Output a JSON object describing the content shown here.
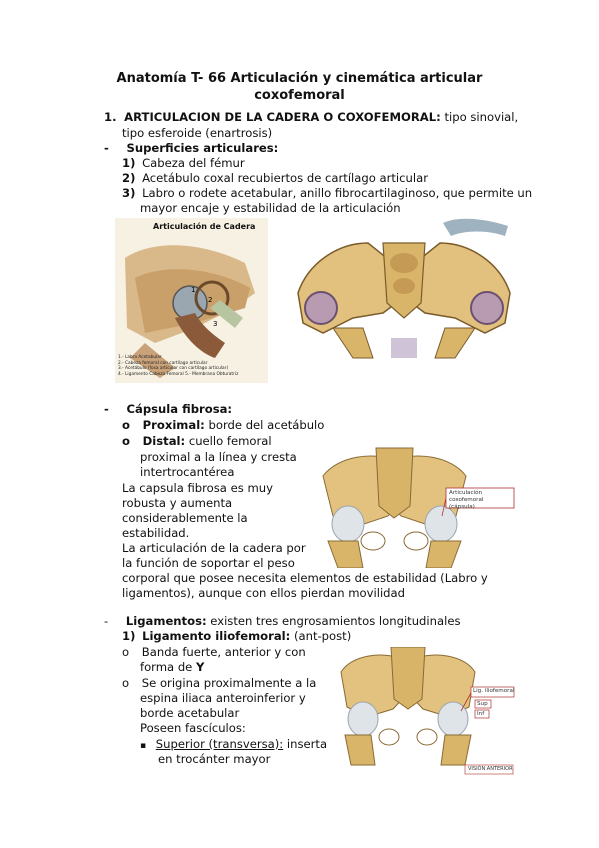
{
  "title": {
    "line1": "Anatomía T- 66 Articulación y cinemática articular",
    "line2": "coxofemoral"
  },
  "section1": {
    "number": "1.",
    "heading": "ARTICULACION DE LA CADERA O COXOFEMORAL:",
    "text_a": " tipo sinovial,",
    "text_b": "tipo esferoide (enartrosis)"
  },
  "superficies": {
    "bullet": "-",
    "heading": "Superficies articulares:",
    "items": [
      {
        "num": "1)",
        "text": "Cabeza del fémur"
      },
      {
        "num": "2)",
        "text": "Acetábulo coxal recubiertos de cartílago articular"
      },
      {
        "num": "3)",
        "text": "Labro o rodete acetabular, anillo fibrocartilaginoso, que permite un",
        "text2": "mayor encaje y estabilidad de la articulación"
      }
    ]
  },
  "figure1": {
    "title": "Articulación de Cadera",
    "legend": [
      "1.- Labro Acetabular",
      "2.- Cabeza femoral con cartílago articular",
      "3.- Acetábulo (fosa articular con cartílago articular)",
      "4.- Ligamento Cabeza Femoral   5.- Membrana Obturatriz"
    ]
  },
  "capsula": {
    "bullet": "-",
    "heading": "Cápsula fibrosa:",
    "sub_bullet": "o",
    "proximal_label": "Proximal:",
    "proximal_text": " borde del acetábulo",
    "distal_label": "Distal:",
    "distal_text": " cuello femoral",
    "distal_lines": [
      "proximal a la línea y cresta",
      "intertrocantérea"
    ],
    "para1": [
      "La capsula fibrosa es muy",
      "robusta y aumenta",
      "considerablemente la",
      "estabilidad."
    ],
    "para2": [
      "La articulación de la cadera por",
      "la función de soportar el peso",
      "corporal que posee necesita elementos de estabilidad (Labro y",
      "ligamentos), aunque con ellos pierdan movilidad"
    ]
  },
  "figure3": {
    "label_lines": [
      "Articulación coxofemoral",
      "(cápsula)"
    ]
  },
  "ligamentos": {
    "bullet": "-",
    "heading": "Ligamentos:",
    "text": " existen tres engrosamientos longitudinales",
    "lig1_num": "1)",
    "lig1_label": "Ligamento iliofemoral:",
    "lig1_text": " (ant-post)",
    "sub_bullet": "o",
    "items": [
      {
        "lines": [
          "Banda fuerte, anterior y con",
          "forma de "
        ],
        "bold_end": "Y"
      },
      {
        "lines": [
          "Se origina proximalmente a la",
          "espina iliaca anteroinferior y",
          "borde acetabular"
        ]
      }
    ],
    "poseen": "Poseen fascículos:",
    "square_bullet": "▪",
    "fasc_label": "Superior (transversa):",
    "fasc_text": " inserta",
    "fasc_text2": "en trocánter mayor"
  },
  "figure4": {
    "labels": [
      "Lig. iliofemoral",
      "Sup",
      "Inf"
    ],
    "caption": "VISIÓN ANTERIOR"
  }
}
